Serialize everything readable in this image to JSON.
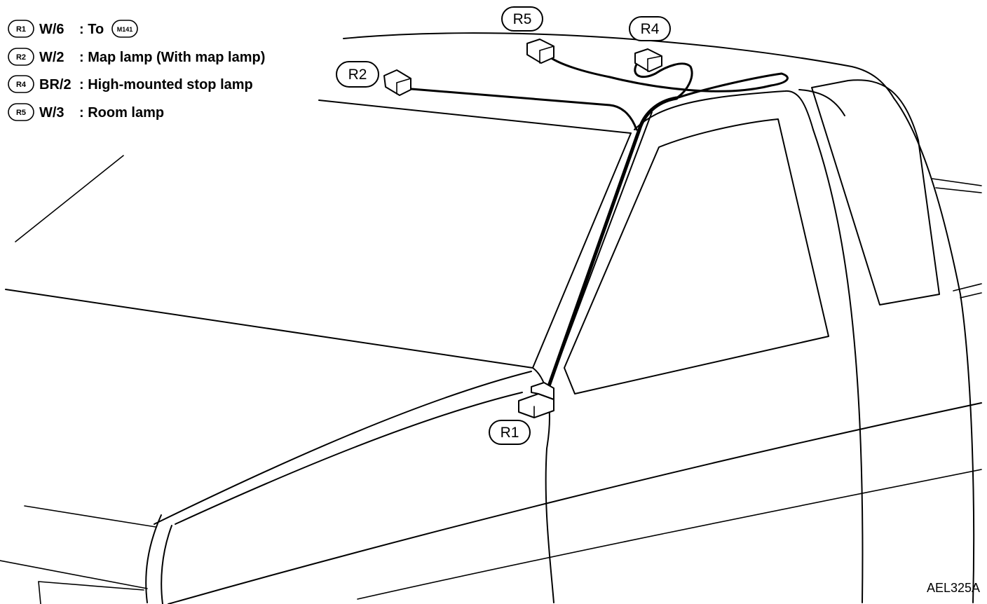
{
  "legend": [
    {
      "badge": "R1",
      "wire": "W/6",
      "desc": ": To",
      "ref_badge": "M141"
    },
    {
      "badge": "R2",
      "wire": "W/2",
      "desc": ": Map lamp (With map lamp)"
    },
    {
      "badge": "R4",
      "wire": "BR/2",
      "desc": ": High-mounted stop lamp"
    },
    {
      "badge": "R5",
      "wire": "W/3",
      "desc": ": Room lamp"
    }
  ],
  "callouts": {
    "r1": "R1",
    "r2": "R2",
    "r4": "R4",
    "r5": "R5"
  },
  "figure_code": "AEL325A"
}
